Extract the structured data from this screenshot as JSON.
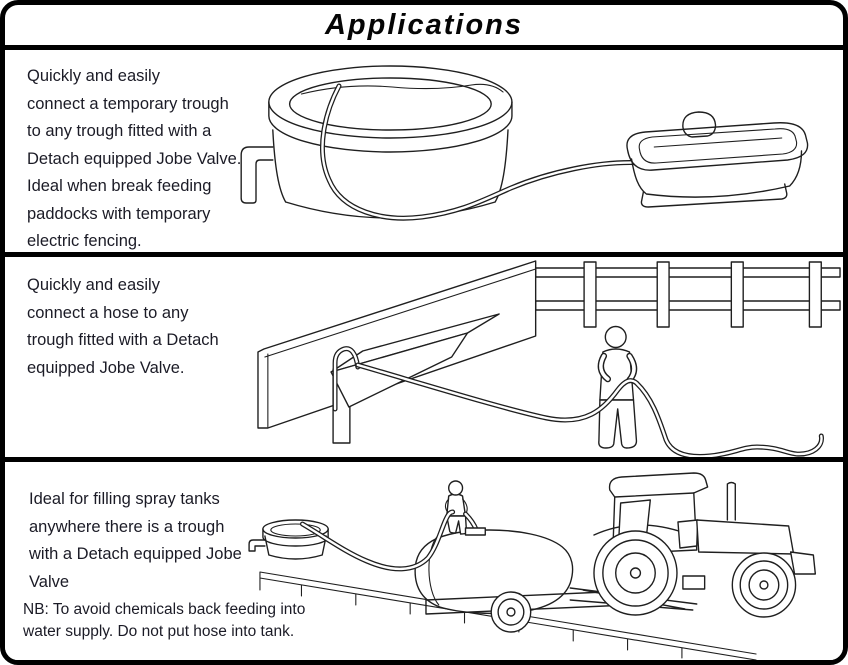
{
  "title": "Applications",
  "colors": {
    "ink": "#1b1b26",
    "line_art": "#1f1f1f",
    "border": "#000000",
    "background": "#ffffff",
    "float_yellow": "#f0e10a"
  },
  "panels": [
    {
      "id": "temporary-trough",
      "text": "Quickly and easily\nconnect a temporary trough\nto any trough fitted with a\nDetach equipped Jobe Valve.\nIdeal when break feeding\npaddocks with temporary\nelectric fencing.",
      "illustration": "round water trough with inlet pipe, hose running to a portable trough fitted with a yellow Jobe float valve"
    },
    {
      "id": "hose-connection",
      "text": "Quickly and easily\nconnect a hose to any\ntrough fitted with a Detach\nequipped Jobe Valve.",
      "illustration": "wall-mounted trough with hose hooked over it, person holding hose beside a post-and-rail fence"
    },
    {
      "id": "spray-tank",
      "text": "Ideal for filling spray tanks\nanywhere there is a trough\nwith a Detach equipped Jobe\nValve",
      "note": "NB: To avoid chemicals back feeding into\nwater supply. Do not put hose into tank.",
      "illustration": "hose from round trough filling a tractor-drawn spray tank, person on tank, boom sprayer below"
    }
  ]
}
